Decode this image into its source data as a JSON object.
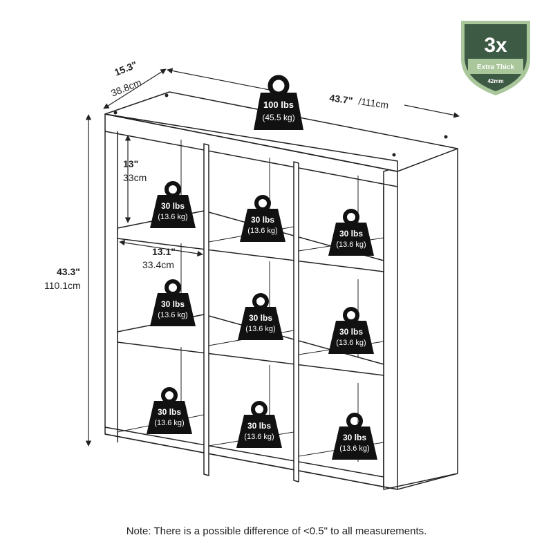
{
  "badge": {
    "multiplier": "3x",
    "label": "Extra Thick",
    "thickness": "42mm",
    "color": "#3d5a45",
    "accent": "#a9c79a"
  },
  "dimensions": {
    "depth_in": "15.3\"",
    "depth_cm": "38.8cm",
    "width_in": "43.7\"",
    "width_cm": "/111cm",
    "height_in": "43.3\"",
    "height_cm": "110.1cm",
    "cube_height_in": "13\"",
    "cube_height_cm": "33cm",
    "cube_width_in": "13.1\"",
    "cube_width_cm": "33.4cm"
  },
  "top_load": {
    "weight_lbs": "100 lbs",
    "weight_kg": "(45.5 kg)"
  },
  "cube_loads": [
    {
      "weight_lbs": "30 lbs",
      "weight_kg": "(13.6 kg)"
    },
    {
      "weight_lbs": "30 lbs",
      "weight_kg": "(13.6 kg)"
    },
    {
      "weight_lbs": "30 lbs",
      "weight_kg": "(13.6 kg)"
    },
    {
      "weight_lbs": "30 lbs",
      "weight_kg": "(13.6 kg)"
    },
    {
      "weight_lbs": "30 lbs",
      "weight_kg": "(13.6 kg)"
    },
    {
      "weight_lbs": "30 lbs",
      "weight_kg": "(13.6 kg)"
    },
    {
      "weight_lbs": "30 lbs",
      "weight_kg": "(13.6 kg)"
    },
    {
      "weight_lbs": "30 lbs",
      "weight_kg": "(13.6 kg)"
    },
    {
      "weight_lbs": "30 lbs",
      "weight_kg": "(13.6 kg)"
    }
  ],
  "note": "Note: There is a possible difference of <0.5\" to all measurements."
}
